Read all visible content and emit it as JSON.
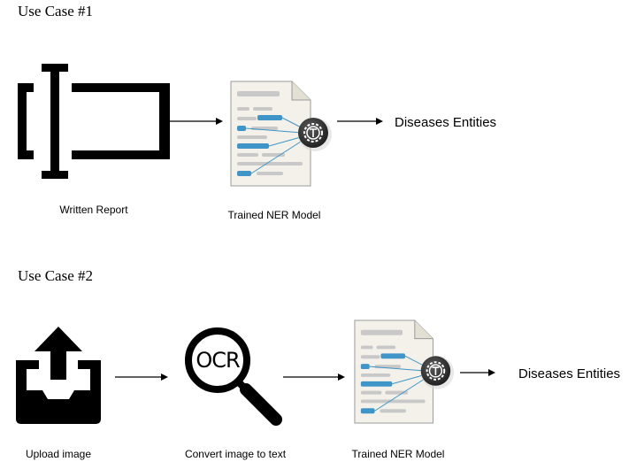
{
  "use_case_1": {
    "heading": "Use Case #1",
    "input_caption": "Written Report",
    "model_caption": "Trained NER Model",
    "output_label": "Diseases Entities",
    "input_icon": "text-field-cursor-icon",
    "model_icon": "ner-document-icon"
  },
  "use_case_2": {
    "heading": "Use Case #2",
    "upload_caption": "Upload image",
    "ocr_caption": "Convert image to text",
    "ocr_icon_text": "OCR",
    "model_caption": "Trained NER Model",
    "output_label": "Diseases Entities",
    "upload_icon": "upload-tray-icon",
    "ocr_icon": "magnifier-ocr-icon",
    "model_icon": "ner-document-icon"
  },
  "colors": {
    "ink": "#000000",
    "doc_bg": "#f3f1e9",
    "highlight": "#3f95c8",
    "gray_line": "#c8c8c8",
    "gear": "#2f2f2f"
  }
}
